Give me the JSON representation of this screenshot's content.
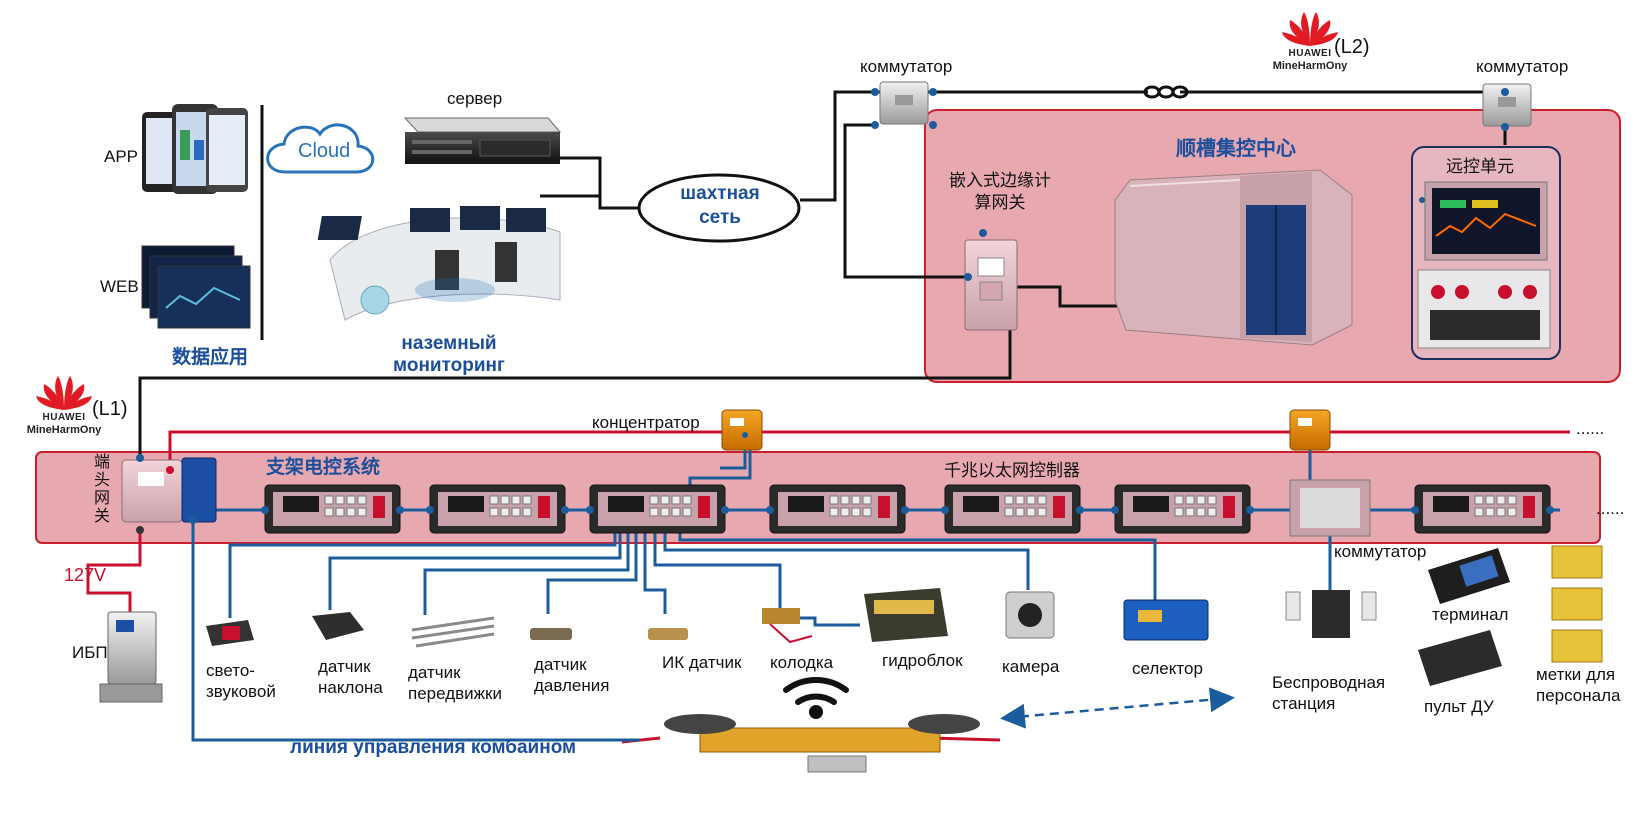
{
  "data_app": {
    "app_label": "APP",
    "web_label": "WEB",
    "title": "数据应用",
    "cloud_label": "Cloud"
  },
  "surface": {
    "server_label": "сервер",
    "monitoring_label_line1": "наземный",
    "monitoring_label_line2": "мониторинг",
    "mine_network_line1": "шахтная",
    "mine_network_line2": "сеть"
  },
  "l2": {
    "brand": "HUAWEI",
    "product": "MineHarmOny",
    "level": "(L2)",
    "switch_left": "коммутатор",
    "switch_right": "коммутатор",
    "center_title": "顺槽集控中心",
    "gateway_label_line1": "嵌入式边缘计",
    "gateway_label_line2": "算网关",
    "remote_unit_label": "远控单元"
  },
  "l1": {
    "brand": "HUAWEI",
    "product": "MineHarmOny",
    "level": "(L1)",
    "concentrator_label": "концентратор",
    "dots1": "......",
    "dots2": "......",
    "end_gateway_label": [
      "端",
      "头",
      "网",
      "关"
    ],
    "support_system_title": "支架电控系统",
    "gigabit_controller_label": "千兆以太网控制器",
    "switch_label": "коммутатор",
    "voltage": "127V",
    "ups_label": "ИБП"
  },
  "devices": {
    "light_sound_line1": "свето-",
    "light_sound_line2": "звуковой",
    "tilt_sensor_line1": "датчик",
    "tilt_sensor_line2": "наклона",
    "displacement_sensor_line1": "датчик",
    "displacement_sensor_line2": "передвижки",
    "pressure_sensor_line1": "датчик",
    "pressure_sensor_line2": "давления",
    "ir_sensor": "ИК датчик",
    "pad": "колодка",
    "hydro_block": "гидроблок",
    "camera": "камера",
    "selector": "селектор",
    "wireless_station_line1": "Беспроводная",
    "wireless_station_line2": "станция",
    "terminal": "терминал",
    "remote_control": "пульт ДУ",
    "personnel_tags_line1": "метки для",
    "personnel_tags_line2": "персонала",
    "shearer_line": "линия управления комбайном"
  },
  "colors": {
    "zone_fill": "#e8a8b0",
    "zone_border": "#cc1f2e",
    "link_blue": "#1b5c9c",
    "link_black": "#111111",
    "power_red": "#c8102e",
    "title_blue": "#1b4f9c",
    "huawei_red": "#e01b24"
  }
}
